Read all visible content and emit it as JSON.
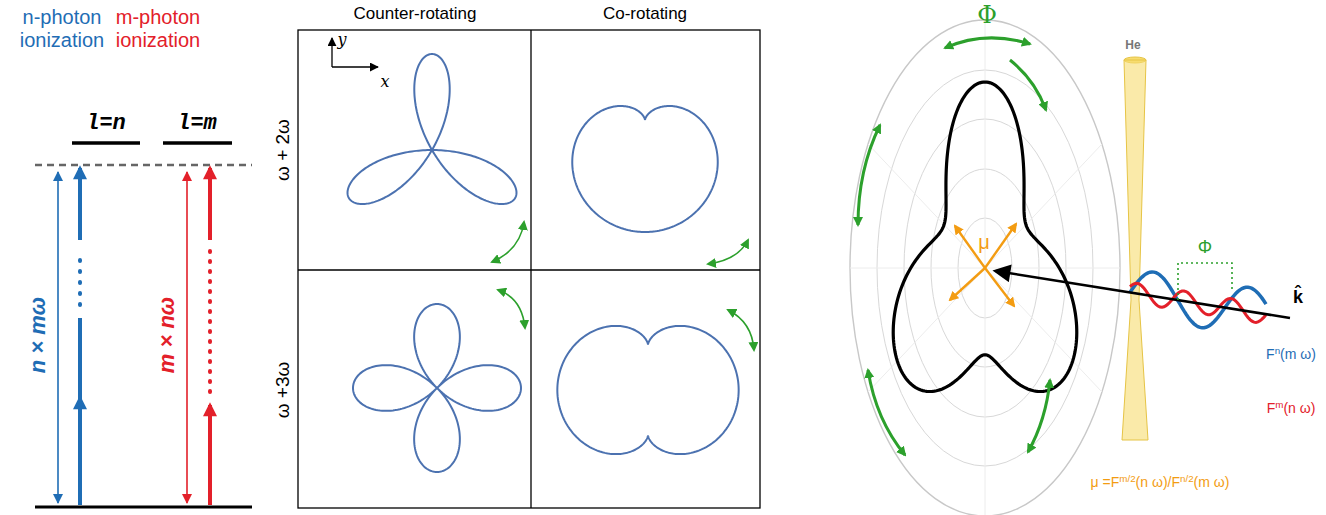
{
  "diagram": {
    "labels": [
      "n-photon ionization",
      "m-photon ionization",
      "l=n",
      "l=m",
      "n × mω",
      "m × nω",
      "Counter-rotating",
      "Co-rotating",
      "ω + 2ω",
      "ω +3ω",
      "y",
      "x",
      "Φ",
      "μ",
      "He",
      "Φ",
      "F",
      "n",
      "(m ω)",
      "F",
      "m",
      "(n ω)",
      "k̂",
      "μ =F",
      "m/2",
      "(n ω)/F",
      "n/2",
      "(m ω)"
    ]
  }
}
